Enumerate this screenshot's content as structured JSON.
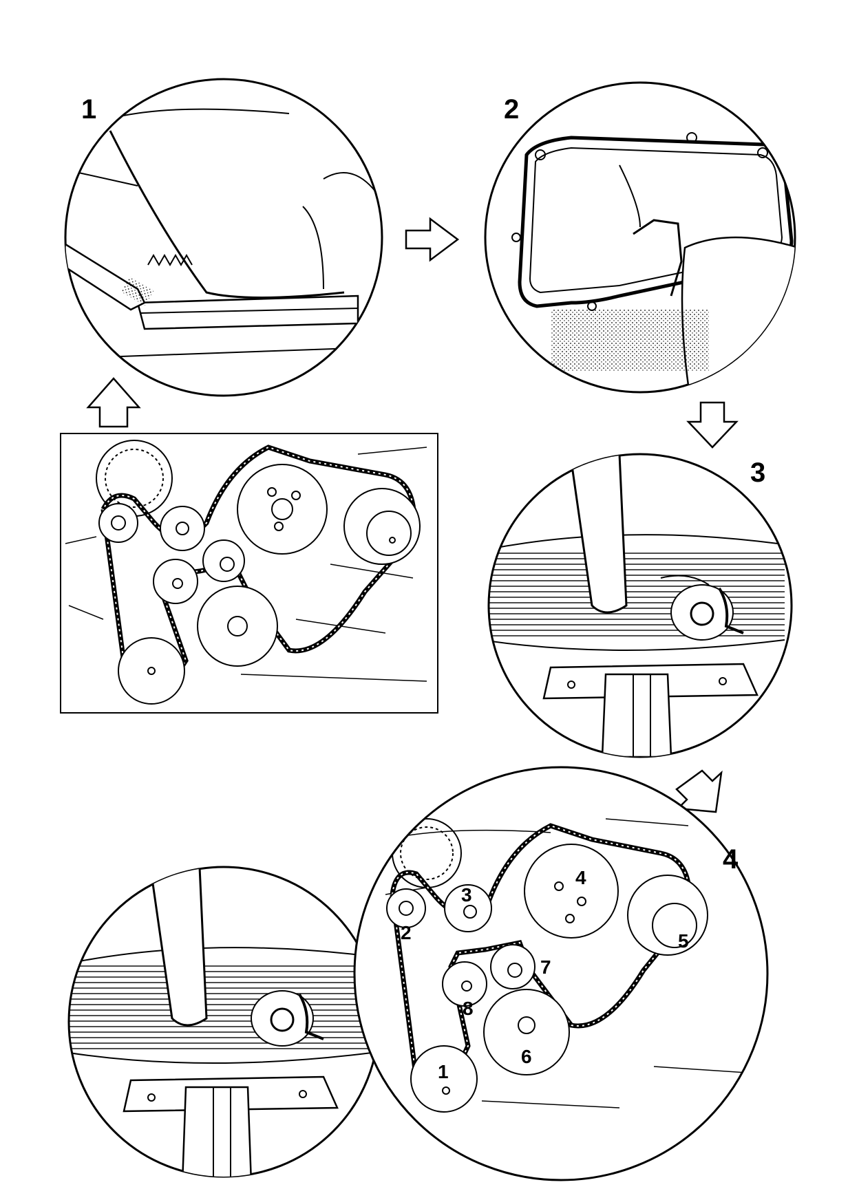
{
  "steps": [
    {
      "label": "1"
    },
    {
      "label": "2"
    },
    {
      "label": "3"
    },
    {
      "label": "4"
    }
  ],
  "pulley_numbers": [
    "1",
    "2",
    "3",
    "4",
    "5",
    "6",
    "7",
    "8"
  ],
  "colors": {
    "ink": "#000000",
    "paper": "#ffffff",
    "shade": "#9a9a9a"
  }
}
